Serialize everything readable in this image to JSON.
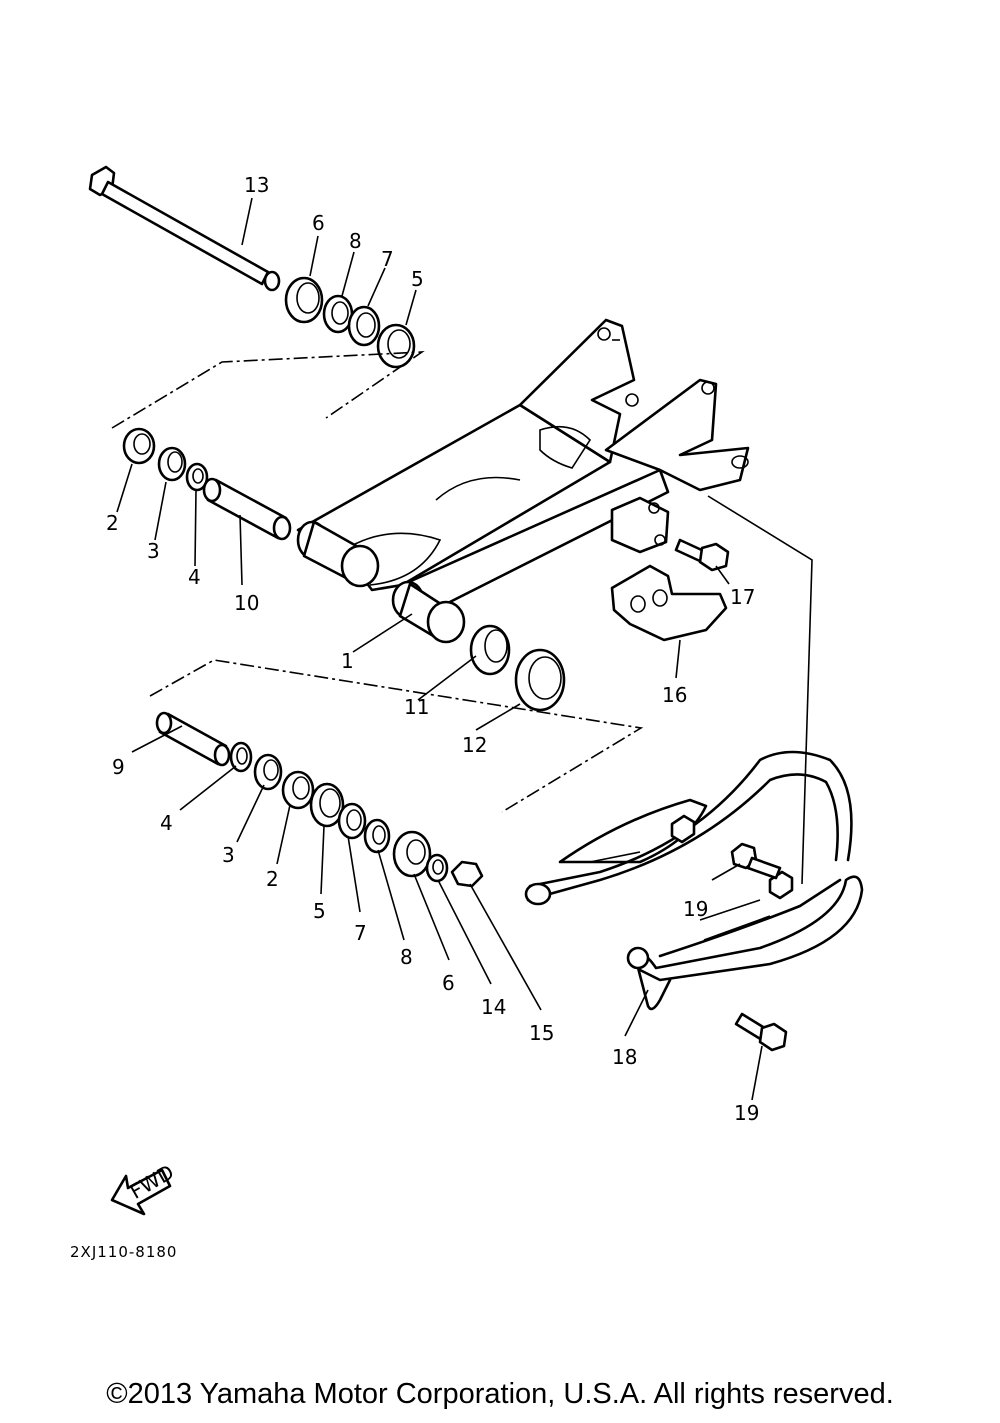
{
  "diagram": {
    "code": "2XJ110-8180",
    "fwd_label": "FWD",
    "callouts": {
      "c1": "1",
      "c2a": "2",
      "c3a": "3",
      "c4a": "4",
      "c10": "10",
      "c13": "13",
      "c6a": "6",
      "c8a": "8",
      "c7a": "7",
      "c5a": "5",
      "c17": "17",
      "c16": "16",
      "c11": "11",
      "c12": "12",
      "c9": "9",
      "c4b": "4",
      "c3b": "3",
      "c2b": "2",
      "c5b": "5",
      "c7b": "7",
      "c8b": "8",
      "c6b": "6",
      "c14": "14",
      "c15": "15",
      "c19a": "19",
      "c18": "18",
      "c19b": "19"
    }
  },
  "footer": {
    "copyright": "©2013 Yamaha Motor Corporation, U.S.A. All rights reserved."
  }
}
